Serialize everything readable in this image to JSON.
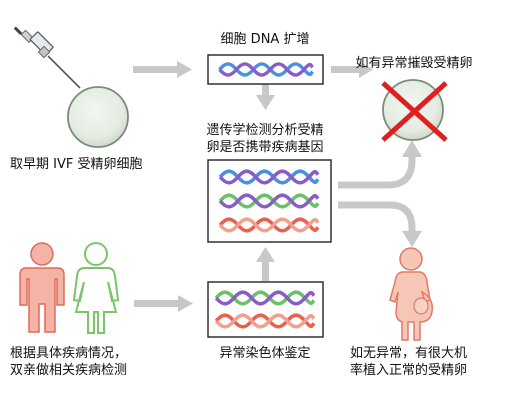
{
  "labels": {
    "dna_amplify": "细胞 DNA 扩增",
    "destroy_if_abnormal": "如有异常摧毁受精卵",
    "test_line1": "遗传学检测分析受精",
    "test_line2": "卵是否携带疾病基因",
    "take_egg": "取早期 IVF 受精卵细胞",
    "disease_line1": "根据具体疾病情况，",
    "disease_line2": "双亲做相关疾病检测",
    "abnormal_chrom": "异常染色体鉴定",
    "normal_line1": "如无异常，有很大机",
    "normal_line2": "率植入正常的受精卵"
  },
  "icons": {
    "syringe": "syringe-icon",
    "egg": "egg-cell-icon",
    "destroyed_egg": "destroyed-egg-icon",
    "male": "male-parent-icon",
    "female": "female-parent-icon",
    "pregnant": "pregnant-woman-icon",
    "dna": "dna-helix-icon"
  },
  "colors": {
    "arrow": "#c8c8c8",
    "dna_blue": "#4a8fe0",
    "dna_purple": "#8a5cc8",
    "dna_green": "#6cc06c",
    "dna_red": "#e8614f",
    "cross": "#e0201e",
    "male_fill": "#f3b3a6",
    "female_outline": "#7ac56a"
  }
}
